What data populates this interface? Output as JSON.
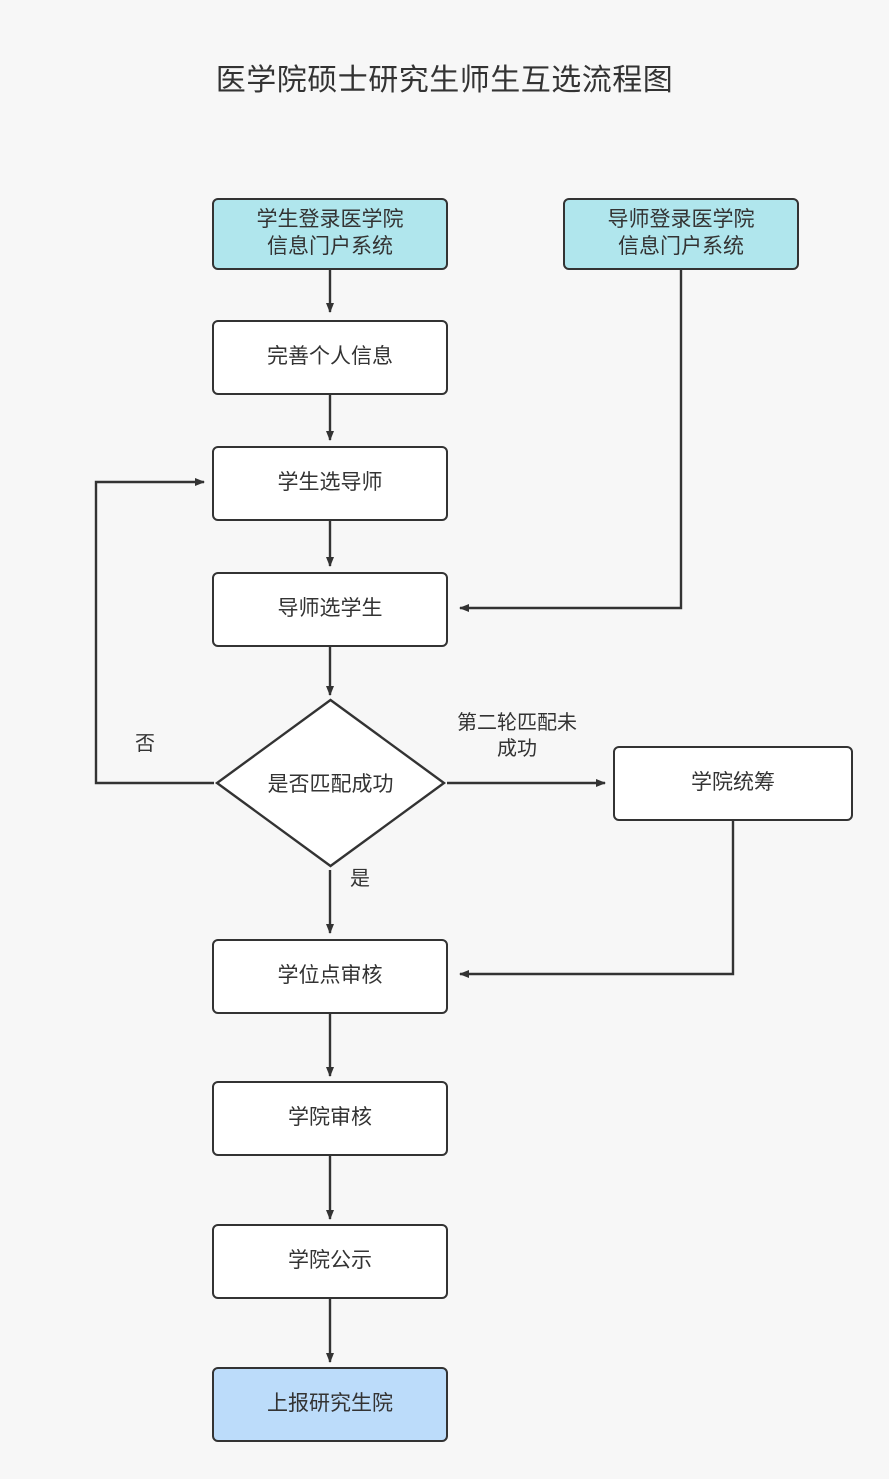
{
  "diagram": {
    "title": "医学院硕士研究生师生互选流程图",
    "background_color": "#f7f7f7",
    "line_color": "#333333",
    "text_color": "#333333",
    "node_fill_default": "#ffffff",
    "node_fill_cyan": "#b0e6ed",
    "node_fill_blue": "#bcdcfa"
  },
  "nodes": {
    "student_login": {
      "label": "学生登录医学院\n信息门户系统",
      "shape": "rounded-rect",
      "fill": "#b0e6ed"
    },
    "teacher_login": {
      "label": "导师登录医学院\n信息门户系统",
      "shape": "rounded-rect",
      "fill": "#b0e6ed"
    },
    "complete_profile": {
      "label": "完善个人信息",
      "shape": "rounded-rect",
      "fill": "#ffffff"
    },
    "student_picks_advisor": {
      "label": "学生选导师",
      "shape": "rounded-rect",
      "fill": "#ffffff"
    },
    "advisor_picks_student": {
      "label": "导师选学生",
      "shape": "rounded-rect",
      "fill": "#ffffff"
    },
    "match_decision": {
      "label": "是否匹配成功",
      "shape": "diamond",
      "fill": "#ffffff"
    },
    "college_coordination": {
      "label": "学院统筹",
      "shape": "rounded-rect",
      "fill": "#ffffff"
    },
    "degree_point_review": {
      "label": "学位点审核",
      "shape": "rounded-rect",
      "fill": "#ffffff"
    },
    "college_review": {
      "label": "学院审核",
      "shape": "rounded-rect",
      "fill": "#ffffff"
    },
    "college_announcement": {
      "label": "学院公示",
      "shape": "rounded-rect",
      "fill": "#ffffff"
    },
    "report_to_graduate_school": {
      "label": "上报研究生院",
      "shape": "rounded-rect",
      "fill": "#bcdcfa"
    }
  },
  "edge_labels": {
    "no_branch": "否",
    "yes_branch": "是",
    "second_round_failed": "第二轮匹配未\n成功"
  },
  "edges": [
    {
      "from": "student_login",
      "to": "complete_profile",
      "label": ""
    },
    {
      "from": "complete_profile",
      "to": "student_picks_advisor",
      "label": ""
    },
    {
      "from": "student_picks_advisor",
      "to": "advisor_picks_student",
      "label": ""
    },
    {
      "from": "teacher_login",
      "to": "advisor_picks_student",
      "label": ""
    },
    {
      "from": "advisor_picks_student",
      "to": "match_decision",
      "label": ""
    },
    {
      "from": "match_decision",
      "to": "student_picks_advisor",
      "label": "否"
    },
    {
      "from": "match_decision",
      "to": "college_coordination",
      "label": "第二轮匹配未成功"
    },
    {
      "from": "match_decision",
      "to": "degree_point_review",
      "label": "是"
    },
    {
      "from": "college_coordination",
      "to": "degree_point_review",
      "label": ""
    },
    {
      "from": "degree_point_review",
      "to": "college_review",
      "label": ""
    },
    {
      "from": "college_review",
      "to": "college_announcement",
      "label": ""
    },
    {
      "from": "college_announcement",
      "to": "report_to_graduate_school",
      "label": ""
    }
  ]
}
